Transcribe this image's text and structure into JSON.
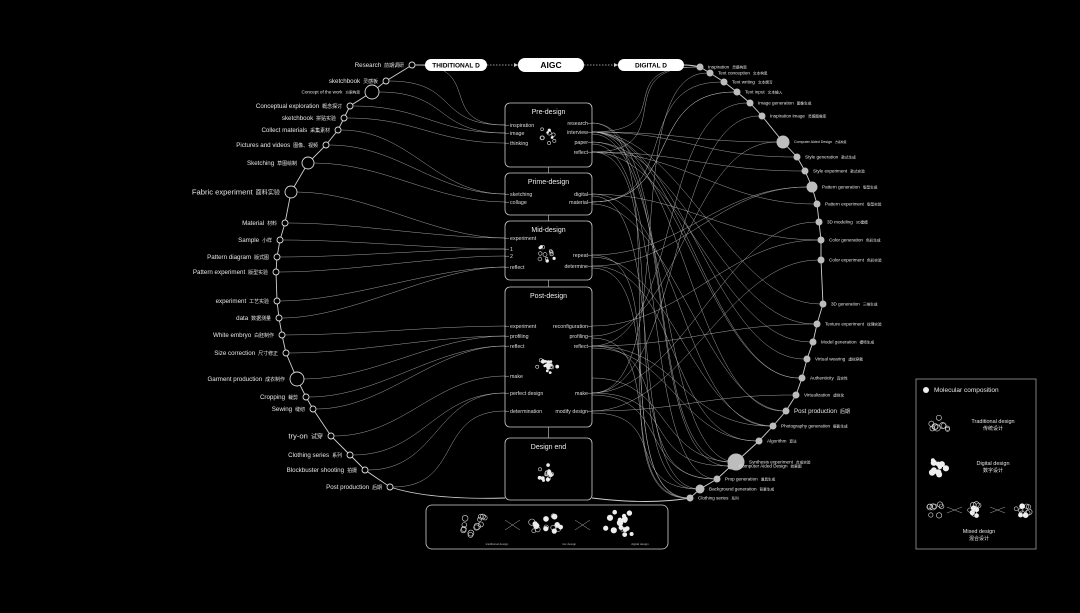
{
  "top_bar": {
    "traditional": "THIDITIONAL D",
    "aigc": "AIGC",
    "digital": "DIGITAL D"
  },
  "left_labels": [
    {
      "en": "Research",
      "cn": "前期调研",
      "size": "s"
    },
    {
      "en": "sketchbook",
      "cn": "灵感板",
      "size": "s"
    },
    {
      "en": "Concept of the work",
      "cn": "方案构思",
      "size": "xs"
    },
    {
      "en": "Conceptual exploration",
      "cn": "概念探讨",
      "size": "s"
    },
    {
      "en": "sketchbook",
      "cn": "拼贴实验",
      "size": "s"
    },
    {
      "en": "Collect materials",
      "cn": "采集素材",
      "size": "s"
    },
    {
      "en": "Pictures and videos",
      "cn": "图像、视频",
      "size": "s"
    },
    {
      "en": "Sketching",
      "cn": "草图绘制",
      "size": "s"
    },
    {
      "en": "Fabric experiment",
      "cn": "面料实验",
      "size": "m"
    },
    {
      "en": "Material",
      "cn": "材料",
      "size": "s"
    },
    {
      "en": "Sample",
      "cn": "小样",
      "size": "s"
    },
    {
      "en": "Pattern diagram",
      "cn": "版式图",
      "size": "s"
    },
    {
      "en": "Pattern experiment",
      "cn": "版型实验",
      "size": "s"
    },
    {
      "en": "experiment",
      "cn": "工艺实验",
      "size": "s"
    },
    {
      "en": "data",
      "cn": "数据测量",
      "size": "s"
    },
    {
      "en": "White embryo",
      "cn": "白胚制作",
      "size": "s"
    },
    {
      "en": "Size correction",
      "cn": "尺寸修正",
      "size": "s"
    },
    {
      "en": "Garment production",
      "cn": "成衣制作",
      "size": "s"
    },
    {
      "en": "Cropping",
      "cn": "裁剪",
      "size": "s"
    },
    {
      "en": "Sewing",
      "cn": "缝纫",
      "size": "s"
    },
    {
      "en": "try-on",
      "cn": "试穿",
      "size": "m"
    },
    {
      "en": "Clothing series",
      "cn": "系列",
      "size": "s"
    },
    {
      "en": "Blockbuster shooting",
      "cn": "拍摄",
      "size": "s"
    },
    {
      "en": "Post production",
      "cn": "后期",
      "size": "s"
    }
  ],
  "right_labels": [
    {
      "en": "Inspiration",
      "cn": "灵感构思",
      "size": "xs"
    },
    {
      "en": "Text conception",
      "cn": "文本构思",
      "size": "xs"
    },
    {
      "en": "Text writing",
      "cn": "文本撰写",
      "size": "xs"
    },
    {
      "en": "Text input",
      "cn": "文本输入",
      "size": "xs"
    },
    {
      "en": "Image generation",
      "cn": "图像生成",
      "size": "xs"
    },
    {
      "en": "Inspiration image",
      "cn": "灵感图像库",
      "size": "xs"
    },
    {
      "en": "Computer Aided Design",
      "cn": "方案构思",
      "size": "xxs"
    },
    {
      "en": "Style generation",
      "cn": "款式生成",
      "size": "xs"
    },
    {
      "en": "Style experiment",
      "cn": "款式实验",
      "size": "xs"
    },
    {
      "en": "Pattern generation",
      "cn": "版型生成",
      "size": "xs"
    },
    {
      "en": "Pattern experiment",
      "cn": "版型实验",
      "size": "xs"
    },
    {
      "en": "3D modeling",
      "cn": "3D建模",
      "size": "xs"
    },
    {
      "en": "Color generation",
      "cn": "色彩生成",
      "size": "xs"
    },
    {
      "en": "Color experiment",
      "cn": "色彩实验",
      "size": "xs"
    },
    {
      "en": "3D generation",
      "cn": "三维生成",
      "size": "xs"
    },
    {
      "en": "Texture experiment",
      "cn": "纹理实验",
      "size": "xs"
    },
    {
      "en": "Model generation",
      "cn": "模特生成",
      "size": "xs"
    },
    {
      "en": "Virtual wearing",
      "cn": "虚拟穿戴",
      "size": "xs"
    },
    {
      "en": "Authenticity",
      "cn": "真实性",
      "size": "xs"
    },
    {
      "en": "Virtualization",
      "cn": "虚拟化",
      "size": "xs"
    },
    {
      "en": "Post production",
      "cn": "后期",
      "size": "s"
    },
    {
      "en": "Photography generation",
      "cn": "摄影生成",
      "size": "xs"
    },
    {
      "en": "Algorithm",
      "cn": "算法",
      "size": "xs"
    },
    {
      "en": "Synthesis experiment",
      "cn": "合成实验",
      "size": "xs"
    },
    {
      "en": "Computer Aided Design",
      "cn": "效果图",
      "size": "xs"
    },
    {
      "en": "Prop generation",
      "cn": "道具生成",
      "size": "xs"
    },
    {
      "en": "Background generation",
      "cn": "背景生成",
      "size": "xs"
    },
    {
      "en": "Clothing series",
      "cn": "系列",
      "size": "xs"
    }
  ],
  "stages": [
    {
      "title": "Pre-design",
      "left": [
        "inspiration",
        "image",
        "thinking"
      ],
      "right": [
        "research",
        "interview",
        "paper",
        "reflect"
      ]
    },
    {
      "title": "Prime-design",
      "left": [
        "sketching",
        "collage"
      ],
      "right": [
        "digital",
        "material"
      ]
    },
    {
      "title": "Mid-design",
      "left": [
        "experiment",
        "1",
        "2",
        "reflect"
      ],
      "right": [
        "repeat",
        "determine"
      ]
    },
    {
      "title": "Post-design",
      "left": [
        "experiment",
        "profiling",
        "reflect",
        "make",
        "perfect design",
        "determination"
      ],
      "right": [
        "reconfiguration",
        "profiling",
        "reflect",
        "make",
        "modify design"
      ]
    },
    {
      "title": "Design end",
      "left": [],
      "right": []
    }
  ],
  "bottom_box": {
    "labels": [
      "traditional design",
      "mix design",
      "digital design"
    ]
  },
  "legend": {
    "title": "Molecular composition",
    "items": [
      {
        "en": "Traditional design",
        "cn": "传统设计"
      },
      {
        "en": "Digital  design",
        "cn": "数字设计"
      },
      {
        "en": "Mixed design",
        "cn": "混合设计"
      }
    ]
  },
  "colors": {
    "background": "#000000",
    "line": "#cfcfcf",
    "pill": "#ffffff"
  }
}
